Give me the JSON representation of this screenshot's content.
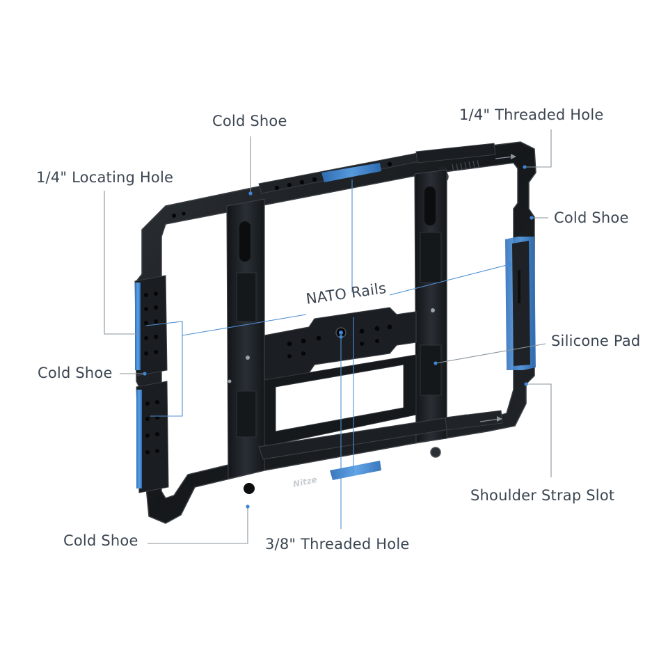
{
  "diagram": {
    "brand_mark": "Nitze",
    "colors": {
      "frame": "#1c1f23",
      "frame_edge": "#3a3f45",
      "accent_blue": "#3f86d6",
      "label_text": "#3b4652",
      "leader_line": "#8a939c"
    },
    "callouts": {
      "cold_shoe_top": "Cold Shoe",
      "threaded_hole_quarter": "1/4\" Threaded Hole",
      "locating_hole": "1/4\" Locating Hole",
      "cold_shoe_right": "Cold Shoe",
      "nato_rails": "NATO Rails",
      "silicone_pad": "Silicone Pad",
      "cold_shoe_left": "Cold Shoe",
      "shoulder_strap_slot": "Shoulder Strap Slot",
      "cold_shoe_bottom": "Cold Shoe",
      "threaded_hole_three_eighths": "3/8\" Threaded Hole"
    }
  }
}
